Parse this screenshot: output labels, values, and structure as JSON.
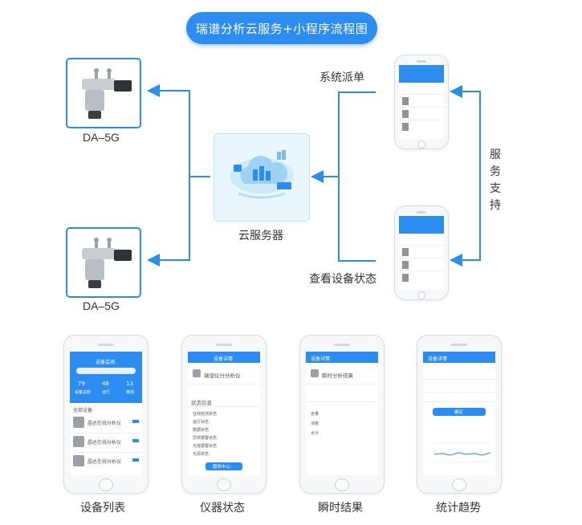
{
  "title": "瑞谱分析云服务+小程序流程图",
  "devices": [
    {
      "label": "DA–5G"
    },
    {
      "label": "DA–5G"
    }
  ],
  "server": {
    "label": "云服务器"
  },
  "flows": {
    "dispatch": "系统派单",
    "view_status": "查看设备状态",
    "service_support": [
      "服",
      "务",
      "支",
      "持"
    ]
  },
  "screens": [
    {
      "caption": "设备列表",
      "header": "设备监测",
      "stats": [
        "79",
        "48",
        "13"
      ],
      "stat_labels": [
        "设备总数",
        "运行",
        "离线"
      ],
      "section": "全部设备",
      "items": [
        "晶达在线分析仪",
        "晶达在线分析仪",
        "晶达在线分析仪"
      ]
    },
    {
      "caption": "仪器状态",
      "header": "设备详情",
      "device_name": "瑞谱仪分分析仪",
      "tab": "状态信息",
      "rows": [
        "在线检测状态",
        "运行状态",
        "数据状态",
        "异常报警状态",
        "光谱报警状态",
        "光源状态"
      ],
      "button": "服务中心"
    },
    {
      "caption": "瞬时结果",
      "header": "设备详情",
      "device_name": "瞬时分析结果",
      "rows": [
        "含量",
        "浓度",
        "水分"
      ]
    },
    {
      "caption": "统计趋势",
      "header": "设备详情",
      "button": "确定"
    }
  ],
  "colors": {
    "accent": "#2d8cf0",
    "border": "#2b8fea",
    "server_bg": "#e9f6fb"
  }
}
